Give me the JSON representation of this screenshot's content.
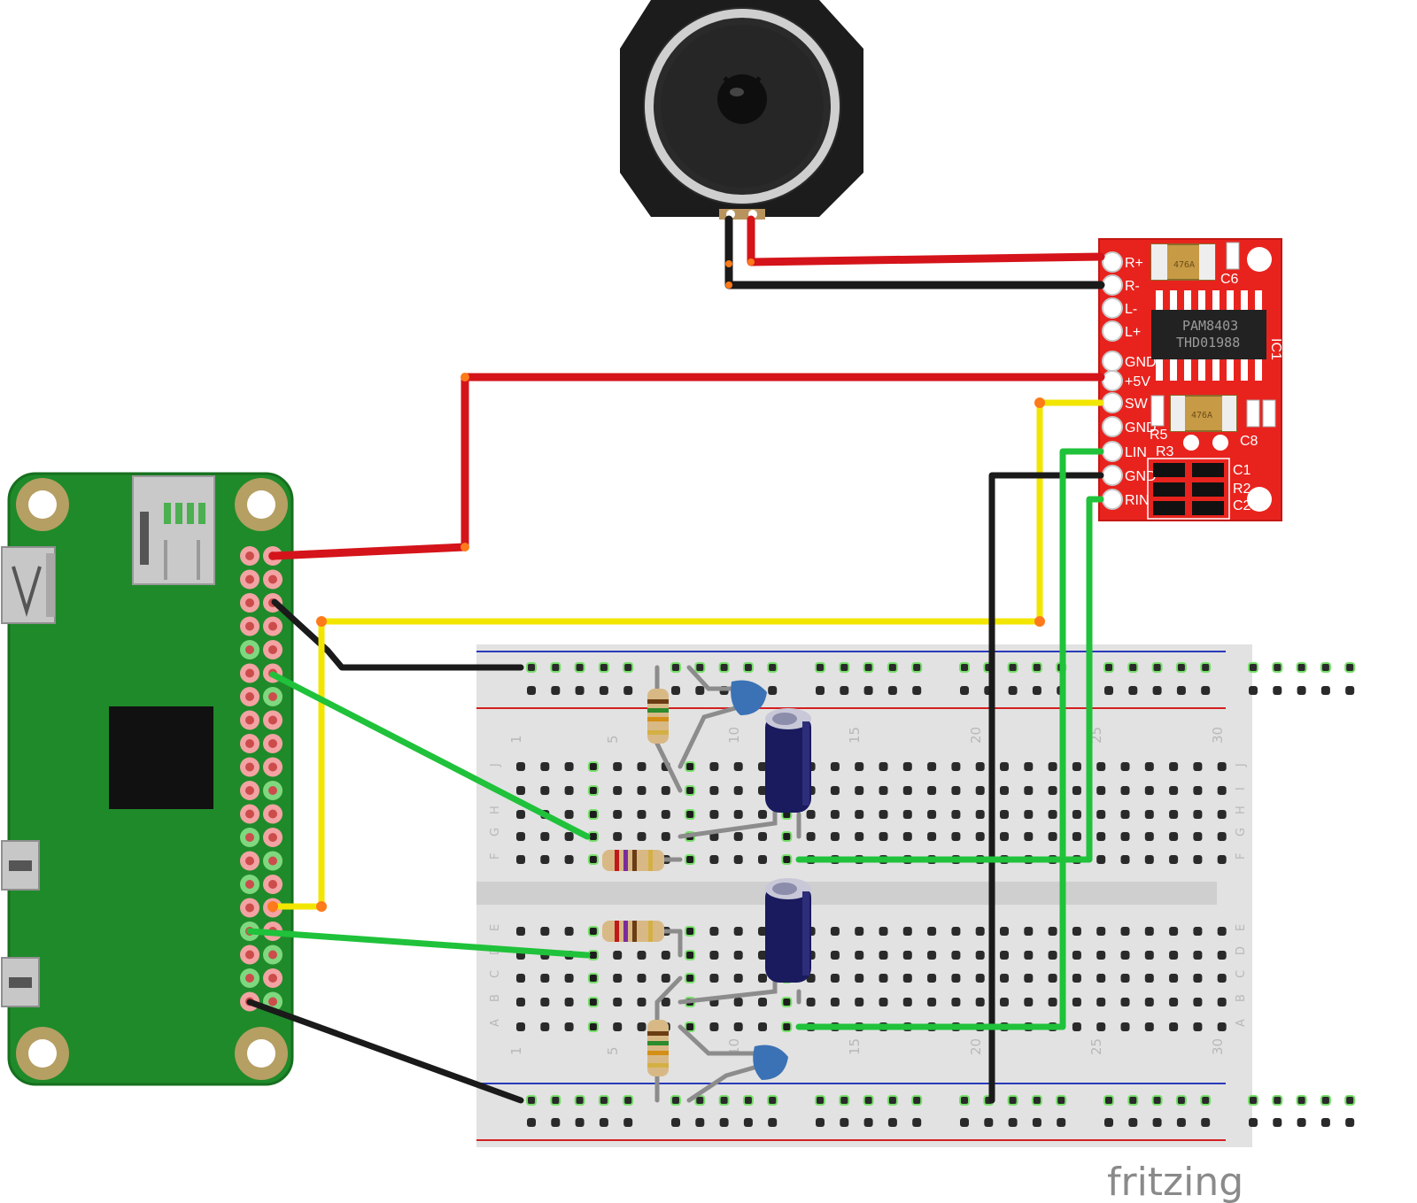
{
  "amplifier": {
    "chip_line1": "PAM8403",
    "chip_line2": "THD01988",
    "pins": [
      "R+",
      "R-",
      "L-",
      "L+",
      "GND",
      "+5V",
      "SW",
      "GND",
      "LIN",
      "GND",
      "RIN"
    ],
    "components": {
      "c6": "C6",
      "ic1": "IC1",
      "r5": "R5",
      "r3": "R3",
      "c8": "C8",
      "c1": "C1",
      "r2": "R2",
      "c2": "C2"
    }
  },
  "breadboard": {
    "column_numbers": [
      "1",
      "5",
      "10",
      "15",
      "20",
      "25",
      "30"
    ],
    "top_rows": [
      "J",
      "I",
      "H",
      "G",
      "F"
    ],
    "bottom_rows": [
      "E",
      "D",
      "C",
      "B",
      "A"
    ]
  },
  "brand": "fritzing",
  "colors": {
    "pcb_green": "#1f8a2a",
    "amp_red": "#e8231e",
    "wire_red": "#d4141a",
    "wire_black": "#1a1a1a",
    "wire_yellow": "#f2e600",
    "wire_green": "#1fc23a"
  }
}
